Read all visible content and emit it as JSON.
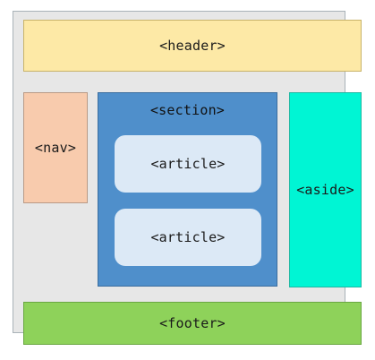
{
  "colors": {
    "page_background": "#e7e7e7",
    "header": "#fde9a6",
    "nav": "#f8cbad",
    "section": "#4f8fcb",
    "article": "#dce9f6",
    "aside": "#00f5d4",
    "footer": "#8ed25a"
  },
  "blocks": {
    "header": "<header>",
    "nav": "<nav>",
    "section": "<section>",
    "articles": [
      "<article>",
      "<article>"
    ],
    "aside": "<aside>",
    "footer": "<footer>"
  }
}
